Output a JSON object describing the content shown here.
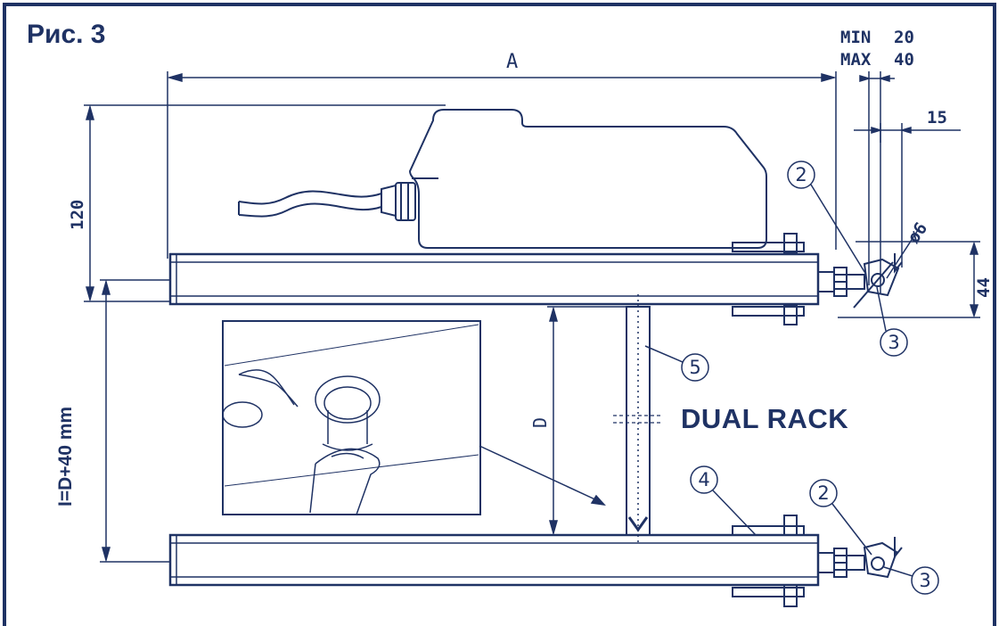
{
  "figure": {
    "title": "Рис. 3",
    "product_label": "DUAL RACK",
    "colors": {
      "line": "#1f3264",
      "background": "#ffffff",
      "inset_border": "#1f3264"
    }
  },
  "dimensions": {
    "a": "A",
    "min": "MIN",
    "min_value": "20",
    "max": "MAX",
    "max_value": "40",
    "d15": "15",
    "h120": "120",
    "d6": "ø6",
    "h44": "44",
    "d": "D",
    "i_formula": "I=D+40 mm"
  },
  "callouts": {
    "c2_top": "2",
    "c3_top": "3",
    "c5": "5",
    "c4": "4",
    "c2_bottom": "2",
    "c3_bottom": "3"
  }
}
